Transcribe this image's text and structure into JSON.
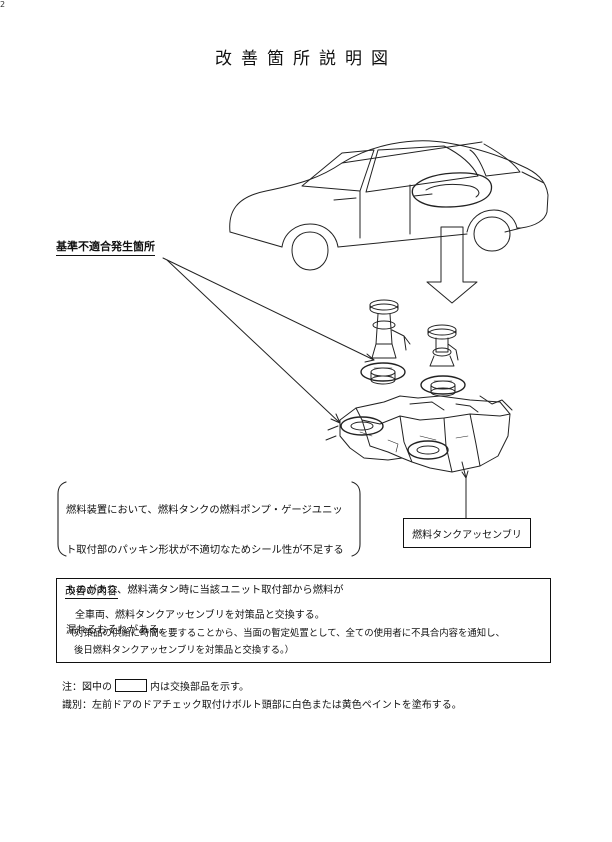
{
  "page_number": "2",
  "title": "改善箇所説明図",
  "defect_location_label": "基準不適合発生箇所",
  "description": {
    "lines": [
      "燃料装置において、燃料タンクの燃料ポンプ・ゲージユニッ",
      "ト取付部のパッキン形状が不適切なためシール性が不足する",
      "ものがあり、燃料満タン時に当該ユニット取付部から燃料が",
      "漏れるおそれがある。"
    ]
  },
  "assembly_label": "燃料タンクアッセンブリ",
  "improvement": {
    "title": "改善の内容",
    "line1": "全車両、燃料タンクアッセンブリを対策品と交換する。",
    "line2": "（対策品の供給に時間を要することから、当面の暫定処置として、全ての使用者に不具合内容を通知し、",
    "line3": "後日燃料タンクアッセンブリを対策品と交換する。）"
  },
  "note": {
    "prefix": "注：図中の",
    "suffix": "内は交換部品を示す。"
  },
  "identification": "識別：左前ドアのドアチェック取付けボルト頭部に白色または黄色ペイントを塗布する。"
}
